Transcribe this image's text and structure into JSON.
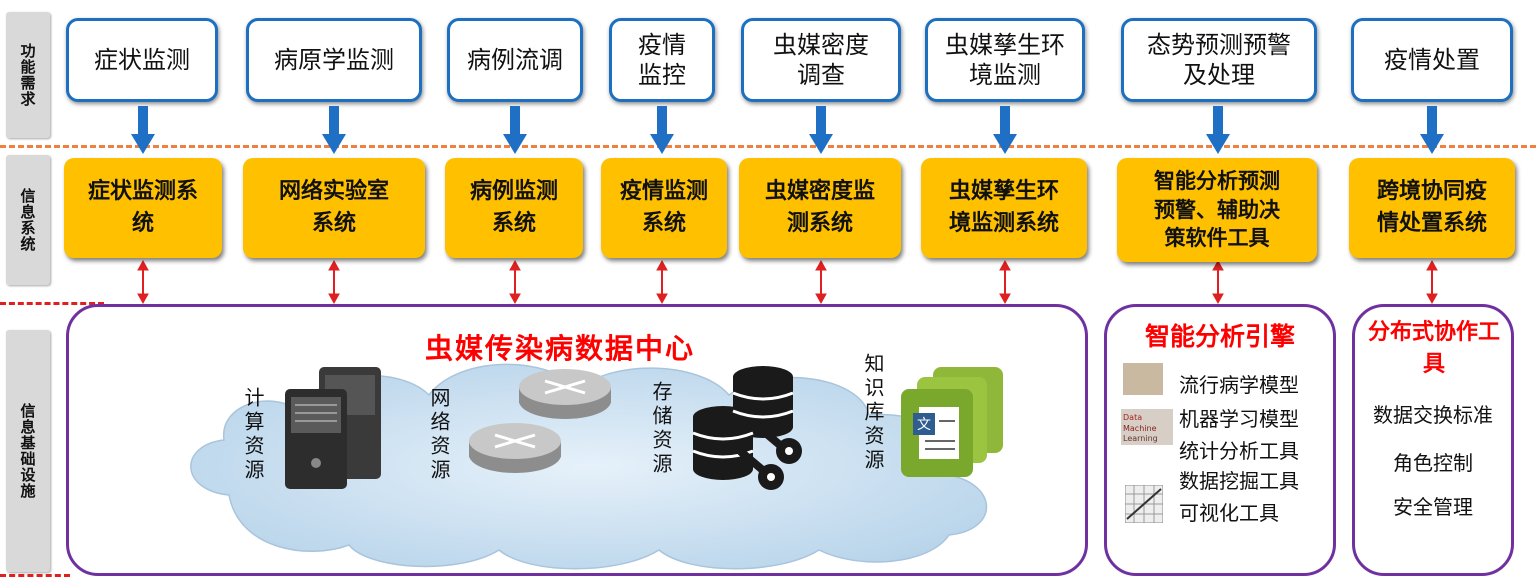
{
  "left_labels": [
    "功能需求",
    "信息系统",
    "信息基础设施"
  ],
  "requirements": [
    "症状监测",
    "病原学监测",
    "病例流调",
    "疫情\n监控",
    "虫媒密度\n调查",
    "虫媒孳生环\n境监测",
    "态势预测预警\n及处理",
    "疫情处置"
  ],
  "systems": [
    "症状监测系\n统",
    "网络实验室\n系统",
    "病例监测\n系统",
    "疫情监测\n系统",
    "虫媒密度监\n测系统",
    "虫媒孳生环\n境监测系统",
    "智能分析预测\n预警、辅助决\n策软件工具",
    "跨境协同疫\n情处置系统"
  ],
  "data_center": {
    "title": "虫媒传染病数据中心",
    "resources": [
      "计算资源",
      "网络资源",
      "存储资源",
      "知识库资源"
    ]
  },
  "analysis_engine": {
    "title": "智能分析引擎",
    "tools": [
      "流行病学模型",
      "机器学习模型",
      "统计分析工具",
      "数据挖掘工具",
      "可视化工具"
    ]
  },
  "collab_tools": {
    "title": "分布式协作工具",
    "items": [
      "数据交换标准",
      "角色控制",
      "安全管理"
    ]
  },
  "colors": {
    "req_border": "#1d6fbf",
    "system_fill": "#ffc000",
    "arrow_blue": "#1f6fc5",
    "arrow_red": "#e02020",
    "container_border": "#7030a0",
    "title_red": "#ff0000"
  }
}
